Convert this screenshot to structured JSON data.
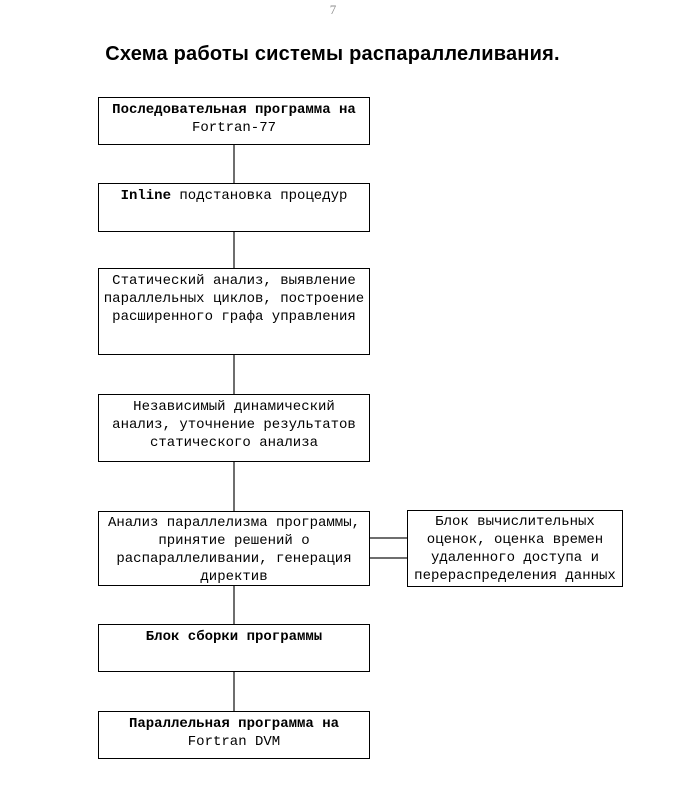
{
  "page": {
    "number": "7",
    "title": "Схема работы системы распараллеливания."
  },
  "colors": {
    "box_border": "#000000",
    "connector": "#6e6e6e",
    "background": "#ffffff",
    "title_text": "#000000",
    "page_number_text": "#8c8c8c"
  },
  "flowchart": {
    "boxes": {
      "sequential": {
        "lines": [
          {
            "b": "Последовательная программа на"
          },
          {
            "t": "Fortran-77"
          }
        ]
      },
      "inline": {
        "lines": [
          {
            "b": "Inline",
            "t": " подстановка процедур"
          }
        ]
      },
      "static_analysis": {
        "lines": [
          {
            "t": "Статический анализ, выявление"
          },
          {
            "t": "параллельных циклов, построение"
          },
          {
            "t": "расширенного графа управления"
          }
        ]
      },
      "dynamic_analysis": {
        "lines": [
          {
            "t": "Независимый динамический"
          },
          {
            "t": "анализ, уточнение результатов"
          },
          {
            "t": "статического анализа"
          }
        ]
      },
      "parallelism": {
        "lines": [
          {
            "t": "Анализ параллелизма программы,"
          },
          {
            "t": "принятие решений о"
          },
          {
            "t": "распараллеливании, генерация"
          },
          {
            "t": "директив"
          }
        ]
      },
      "estimates": {
        "lines": [
          {
            "t": "Блок вычислительных"
          },
          {
            "t": "оценок, оценка времен"
          },
          {
            "t": "удаленного доступа и"
          },
          {
            "t": "перераспределения данных"
          }
        ]
      },
      "assembly": {
        "lines": [
          {
            "b": "Блок сборки программы"
          }
        ]
      },
      "parallel_program": {
        "lines": [
          {
            "b": "Параллельная программа на"
          },
          {
            "t": "Fortran DVM"
          }
        ]
      }
    }
  }
}
